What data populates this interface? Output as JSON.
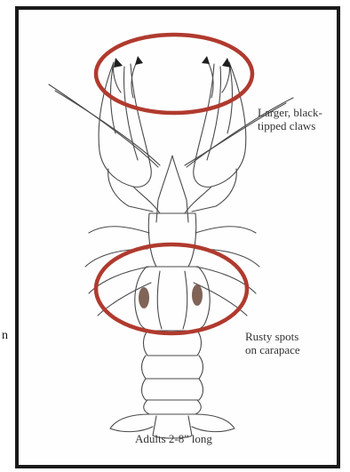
{
  "labels": {
    "claws": [
      "Larger, black-",
      "tipped claws"
    ],
    "spots": [
      "Rusty spots",
      "on carapace"
    ],
    "size": "Adults 2-8\" long"
  },
  "stray_edge_text": "n",
  "colors": {
    "highlight_ring": "#b03a2e",
    "line_art": "#4a4a4a",
    "frame": "#1a1a1a",
    "background": "#ffffff"
  }
}
